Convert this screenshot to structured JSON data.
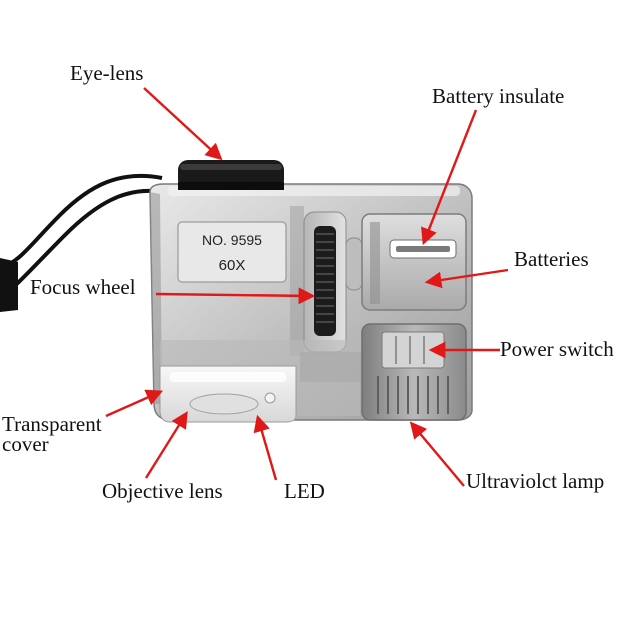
{
  "diagram": {
    "labels": {
      "eye_lens": "Eye-lens",
      "battery_insulate": "Battery insulate",
      "batteries": "Batteries",
      "focus_wheel": "Focus wheel",
      "power_switch": "Power switch",
      "transparent_cover": "Transparent\ncover",
      "objective_lens": "Objective lens",
      "led": "LED",
      "ultraviolet_lamp": "Ultraviolct lamp"
    },
    "device_plate": {
      "model": "NO. 9595",
      "magnification": "60X"
    },
    "colors": {
      "arrow": "#e01818",
      "body_silver": "#c8c8c8",
      "body_dark": "#8d8d8d",
      "lanyard": "#111111"
    }
  }
}
